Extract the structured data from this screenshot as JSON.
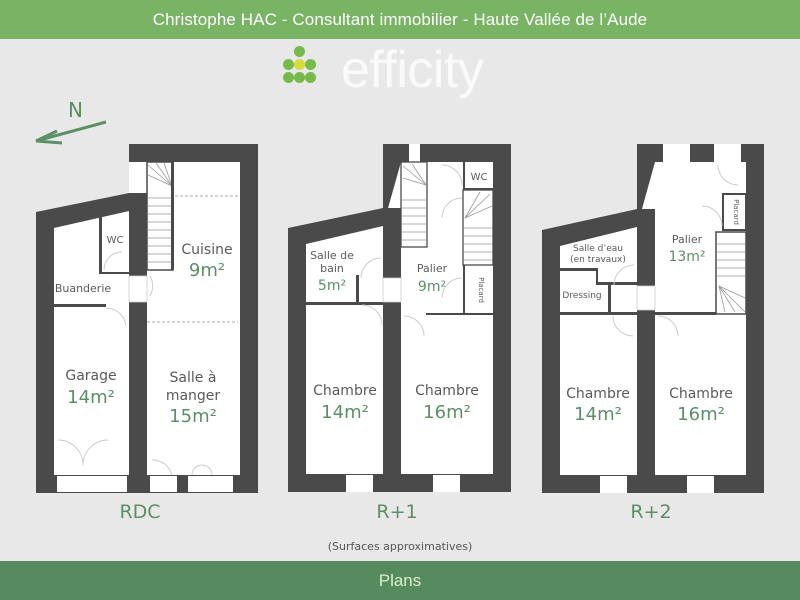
{
  "header": {
    "title": "Christophe HAC - Consultant immobilier - Haute Vallée de l’Aude"
  },
  "logo": {
    "wordmark": "efficity",
    "colors": {
      "green": "#76ba4c",
      "yellow": "#d7dc3c"
    }
  },
  "compass": {
    "label": "N",
    "color": "#5b8f65"
  },
  "colors": {
    "wall": "#4a4a4a",
    "floor": "#ffffff",
    "background": "#e8e8e8",
    "area_text": "#5b8f65",
    "header_bg": "#79b465",
    "footer_bg": "#568b5f"
  },
  "floors": [
    {
      "name": "RDC",
      "rooms": [
        {
          "label": "WC",
          "area": ""
        },
        {
          "label": "Cuisine",
          "area": "9m²"
        },
        {
          "label": "Buanderie",
          "area": ""
        },
        {
          "label": "Garage",
          "area": "14m²"
        },
        {
          "label_line1": "Salle à",
          "label_line2": "manger",
          "area": "15m²"
        }
      ]
    },
    {
      "name": "R+1",
      "rooms": [
        {
          "label": "WC",
          "area": ""
        },
        {
          "label_line1": "Salle de",
          "label_line2": "bain",
          "area": "5m²"
        },
        {
          "label": "Palier",
          "area": "9m²"
        },
        {
          "label": "Placard",
          "area": ""
        },
        {
          "label": "Chambre",
          "area": "14m²"
        },
        {
          "label": "Chambre",
          "area": "16m²"
        }
      ]
    },
    {
      "name": "R+2",
      "rooms": [
        {
          "label_line1": "Salle d’eau",
          "label_line2": "(en travaux)",
          "area": ""
        },
        {
          "label": "Dressing",
          "area": ""
        },
        {
          "label": "Palier",
          "area": "13m²"
        },
        {
          "label": "Placard",
          "area": ""
        },
        {
          "label": "Chambre",
          "area": "14m²"
        },
        {
          "label": "Chambre",
          "area": "16m²"
        }
      ]
    }
  ],
  "note": "(Surfaces approximatives)",
  "footer": {
    "title": "Plans"
  }
}
